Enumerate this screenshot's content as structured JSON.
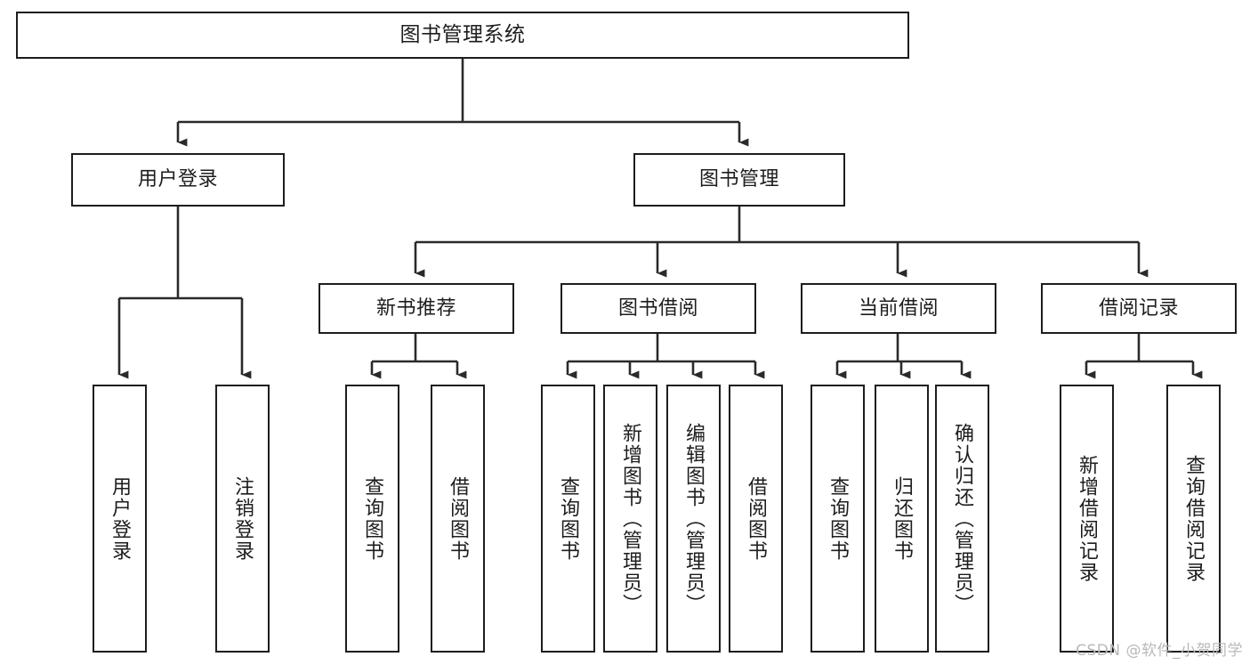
{
  "diagram": {
    "type": "tree",
    "title": "图书管理系统",
    "orientation": "top-down",
    "colors": {
      "border": "#1d1d1d",
      "fill": "#ffffff",
      "connector": "#2a2a2a",
      "text": "#1d1d1d",
      "watermark": "#b9b9b9"
    }
  },
  "root": {
    "label": "图书管理系统"
  },
  "level2": [
    {
      "label": "用户登录"
    },
    {
      "label": "图书管理"
    }
  ],
  "level3": [
    {
      "label": "新书推荐"
    },
    {
      "label": "图书借阅"
    },
    {
      "label": "当前借阅"
    },
    {
      "label": "借阅记录"
    }
  ],
  "leaves": {
    "user_login": [
      {
        "label": "用户登录"
      },
      {
        "label": "注销登录"
      }
    ],
    "new_book_recommend": [
      {
        "label": "查询图书"
      },
      {
        "label": "借阅图书"
      }
    ],
    "book_borrow": [
      {
        "label": "查询图书"
      },
      {
        "label": "新增图书（管理员）"
      },
      {
        "label": "编辑图书（管理员）"
      },
      {
        "label": "借阅图书"
      }
    ],
    "current_borrow": [
      {
        "label": "查询图书"
      },
      {
        "label": "归还图书"
      },
      {
        "label": "确认归还（管理员）"
      }
    ],
    "borrow_record": [
      {
        "label": "新增借阅记录"
      },
      {
        "label": "查询借阅记录"
      }
    ]
  },
  "watermark": {
    "text": "CSDN @软件_小贺同学"
  }
}
